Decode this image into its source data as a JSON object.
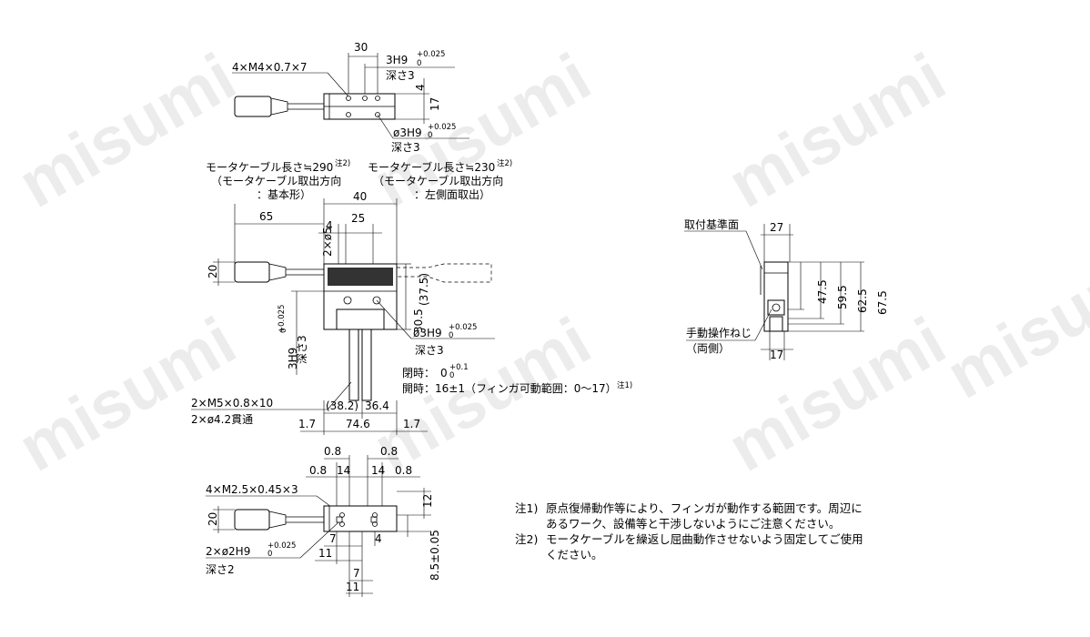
{
  "watermark": "misumi",
  "top_view": {
    "dim_30": "30",
    "hole_label": "3H9",
    "tol_plus": "+0.025",
    "tol_zero": "0",
    "depth3": "深さ3",
    "tap": "4×M4×0.7×7",
    "dim_4": "4",
    "dim_17": "17",
    "hole2_label": "ø3H9",
    "depth3b": "深さ3"
  },
  "front_view": {
    "cable_left_1": "モータケーブル長さ≒290",
    "cable_left_note": "注2)",
    "cable_left_2": "（モータケーブル取出方向",
    "cable_left_3": "：基本形）",
    "cable_right_1": "モータケーブル長さ≒230",
    "cable_right_note": "注2)",
    "cable_right_2": "（モータケーブル取出方向",
    "cable_right_3": "：左側面取出）",
    "dim_40": "40",
    "dim_65": "65",
    "dim_4": "4",
    "dim_25": "25",
    "dim_2x5": "2×ø5",
    "dim_20": "20",
    "dim_37": "(37.5)",
    "dim_30_5": "30.5",
    "left_hole": "3H9",
    "left_tol_plus": "+0.025",
    "left_tol_zero": "0",
    "left_depth": "深さ3",
    "hole": "ø3H9",
    "tol_plus": "+0.025",
    "tol_zero": "0",
    "depth": "深さ3",
    "closed": "閉時：",
    "closed_val": "0",
    "closed_tol_plus": "+0.1",
    "closed_tol_zero": "0",
    "open_line": "開時：16±1（フィンガ可動範囲：0～17）",
    "open_note": "注1)",
    "tap": "2×M5×0.8×10",
    "thru": "2×ø4.2貫通",
    "dim_38": "(38.2)",
    "dim_36": "36.4",
    "dim_1_7a": "1.7",
    "dim_74": "74.6",
    "dim_1_7b": "1.7"
  },
  "bottom_view": {
    "dim_08a": "0.8",
    "dim_08b": "0.8",
    "dim_08c": "0.8",
    "dim_14a": "14",
    "dim_14b": "14",
    "dim_08d": "0.8",
    "tap": "4×M2.5×0.45×3",
    "dim_12": "12",
    "dim_20": "20",
    "hole": "2×ø2H9",
    "tol_plus": "+0.025",
    "tol_zero": "0",
    "depth": "深さ2",
    "dim_7a": "7",
    "dim_11a": "11",
    "dim_4": "4",
    "dim_7b": "7",
    "dim_11b": "11",
    "dim_8_5": "8.5±0.05"
  },
  "side_view": {
    "ref_surface": "取付基準面",
    "dim_27": "27",
    "dim_47": "47.5",
    "dim_59": "59.5",
    "dim_62": "62.5",
    "dim_67": "67.5",
    "screw": "手動操作ねじ",
    "both_sides": "（両側）",
    "dim_17": "17"
  },
  "notes": {
    "n1_label": "注1)",
    "n1_line1": "原点復帰動作等により、フィンガが動作する範囲です。周辺に",
    "n1_line2": "あるワーク、設備等と干渉しないようにご注意ください。",
    "n2_label": "注2)",
    "n2_line1": "モータケーブルを繰返し屈曲動作させないよう固定してご使用",
    "n2_line2": "ください。"
  }
}
